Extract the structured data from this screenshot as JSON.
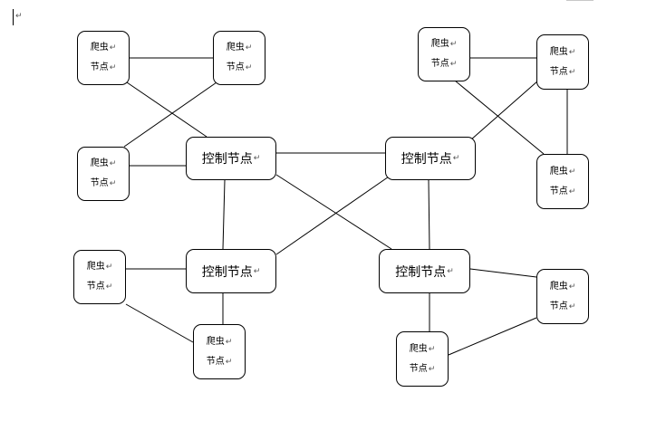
{
  "diagram": {
    "control_nodes": [
      {
        "id": "c1",
        "label": "控制节点"
      },
      {
        "id": "c2",
        "label": "控制节点"
      },
      {
        "id": "c3",
        "label": "控制节点"
      },
      {
        "id": "c4",
        "label": "控制节点"
      }
    ],
    "crawler_nodes": [
      {
        "id": "k1",
        "line1": "爬虫",
        "line2": "节点"
      },
      {
        "id": "k2",
        "line1": "爬虫",
        "line2": "节点"
      },
      {
        "id": "k3",
        "line1": "爬虫",
        "line2": "节点"
      },
      {
        "id": "k4",
        "line1": "爬虫",
        "line2": "节点"
      },
      {
        "id": "k5",
        "line1": "爬虫",
        "line2": "节点"
      },
      {
        "id": "k6",
        "line1": "爬虫",
        "line2": "节点"
      },
      {
        "id": "k7",
        "line1": "爬虫",
        "line2": "节点"
      },
      {
        "id": "k8",
        "line1": "爬虫",
        "line2": "节点"
      },
      {
        "id": "k9",
        "line1": "爬虫",
        "line2": "节点"
      },
      {
        "id": "k10",
        "line1": "爬虫",
        "line2": "节点"
      }
    ],
    "edges": [
      [
        "k1",
        "k2"
      ],
      [
        "k1",
        "c1"
      ],
      [
        "k2",
        "k3"
      ],
      [
        "k3",
        "c1"
      ],
      [
        "c1",
        "c2"
      ],
      [
        "c1",
        "c3"
      ],
      [
        "c1",
        "c4"
      ],
      [
        "c2",
        "c3"
      ],
      [
        "c2",
        "c4"
      ],
      [
        "c2",
        "k5"
      ],
      [
        "k4",
        "k5"
      ],
      [
        "k4",
        "k6"
      ],
      [
        "k5",
        "k6"
      ],
      [
        "c3",
        "k7"
      ],
      [
        "c3",
        "k8"
      ],
      [
        "k7",
        "k8"
      ],
      [
        "c4",
        "k9"
      ],
      [
        "c4",
        "k10"
      ],
      [
        "k9",
        "k10"
      ]
    ]
  }
}
